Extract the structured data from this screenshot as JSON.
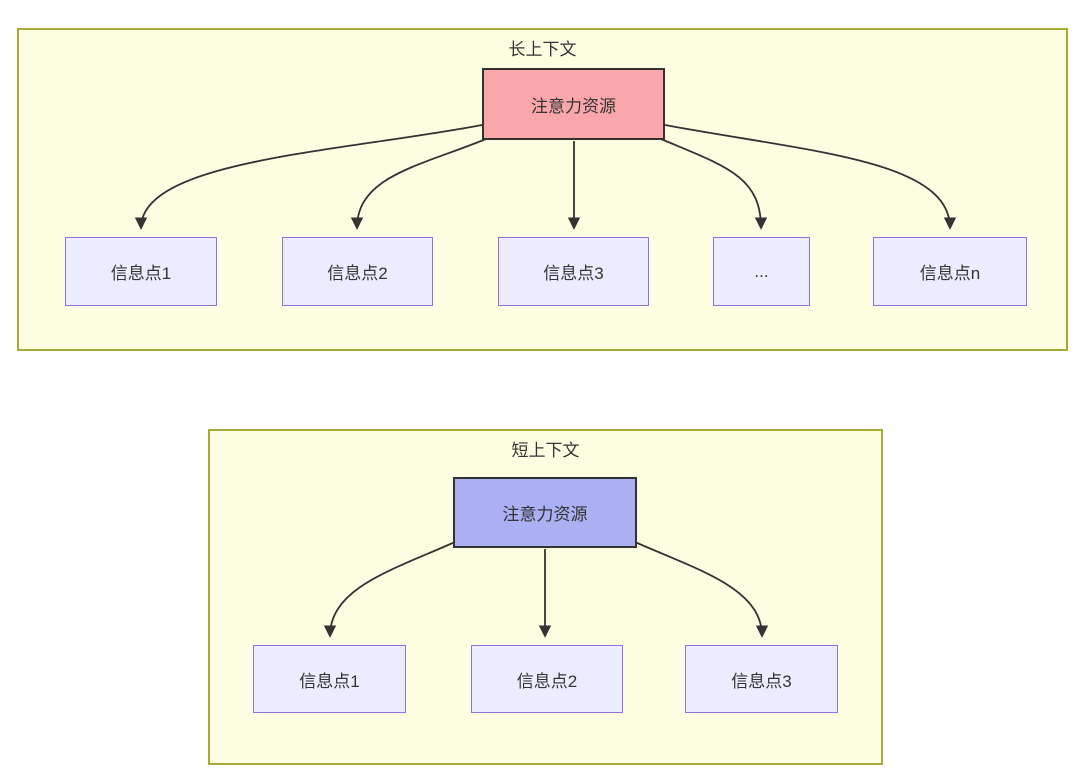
{
  "diagram": {
    "kind": "attention-allocation-comparison-flowchart",
    "colors": {
      "section_fill": "#fdfde2",
      "section_border": "#a9a936",
      "info_node_fill": "#ececff",
      "info_node_border": "#9370db",
      "attention_node_long_fill": "#f9a7ab",
      "attention_node_short_fill": "#aab0f2",
      "attention_node_border": "#333333",
      "arrow_color": "#333333",
      "text_color": "#333333"
    },
    "long_context": {
      "title": "长上下文",
      "source_label": "注意力资源",
      "targets": [
        "信息点1",
        "信息点2",
        "信息点3",
        "...",
        "信息点n"
      ],
      "connections": [
        {
          "from": "注意力资源",
          "to": "信息点1"
        },
        {
          "from": "注意力资源",
          "to": "信息点2"
        },
        {
          "from": "注意力资源",
          "to": "信息点3"
        },
        {
          "from": "注意力资源",
          "to": "..."
        },
        {
          "from": "注意力资源",
          "to": "信息点n"
        }
      ]
    },
    "short_context": {
      "title": "短上下文",
      "source_label": "注意力资源",
      "targets": [
        "信息点1",
        "信息点2",
        "信息点3"
      ],
      "connections": [
        {
          "from": "注意力资源",
          "to": "信息点1"
        },
        {
          "from": "注意力资源",
          "to": "信息点2"
        },
        {
          "from": "注意力资源",
          "to": "信息点3"
        }
      ]
    }
  }
}
